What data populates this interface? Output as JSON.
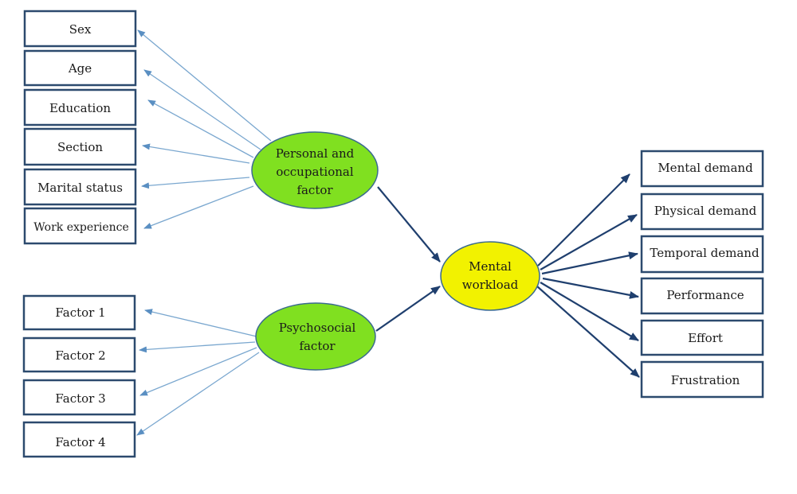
{
  "diagram": {
    "left_top_items": [
      "Sex",
      "Age",
      "Education",
      "Section",
      "Marital status",
      "Work experience"
    ],
    "left_bottom_items": [
      "Factor 1",
      "Factor 2",
      "Factor 3",
      "Factor 4"
    ],
    "personal_node": [
      "Personal and",
      "occupational",
      "factor"
    ],
    "psychosocial_node": [
      "Psychosocial",
      "factor"
    ],
    "workload_node": [
      "Mental",
      "workload"
    ],
    "right_items": [
      "Mental demand",
      "Physical demand",
      "Temporal demand",
      "Performance",
      "Effort",
      "Frustration"
    ],
    "colors": {
      "green_node": "#80e020",
      "yellow_node": "#f2f200",
      "box_border": "#2c4a6e",
      "thin_arrow": "#7aa7cf",
      "thick_arrow": "#1f3f6e"
    }
  }
}
